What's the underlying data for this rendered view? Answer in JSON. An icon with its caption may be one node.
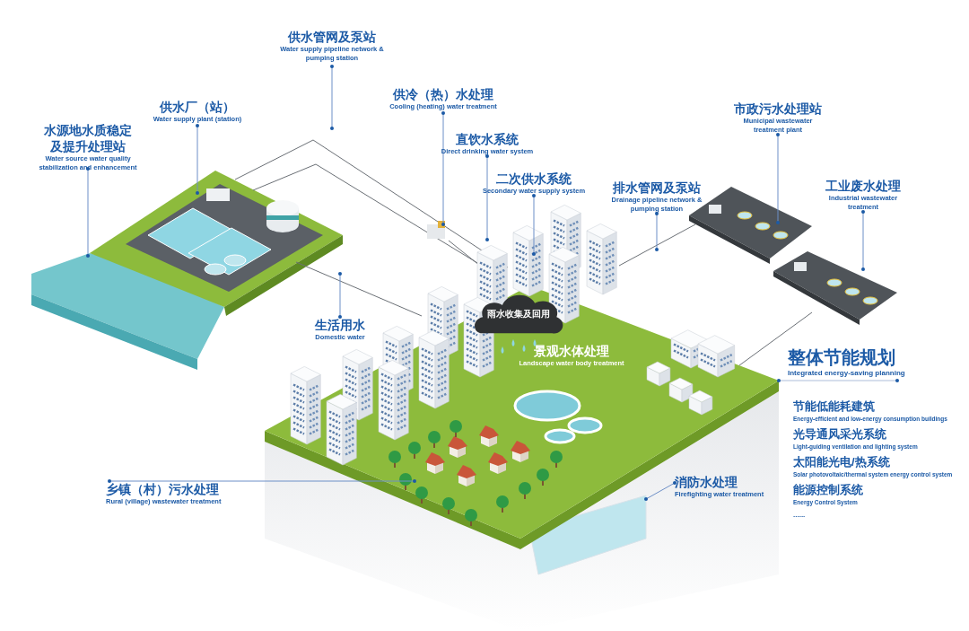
{
  "diagram": {
    "nodes": [
      {
        "text": [
          "供水管网及泵站",
          "Water supply pipeline network & pumping station"
        ]
      },
      {
        "text": [
          "供水厂（站）",
          "Water supply plant (station)"
        ]
      },
      {
        "text": [
          "水源地水质稳定及提升处理站",
          "Water source water quality stabilization and enhancement"
        ]
      },
      {
        "text": [
          "供冷（热）水处理",
          "Cooling (heating) water treatment"
        ]
      },
      {
        "text": [
          "直饮水系统",
          "Direct drinking water system"
        ]
      },
      {
        "text": [
          "二次供水系统",
          "Secondary water supply system"
        ]
      },
      {
        "text": [
          "市政污水处理站",
          "Municipal wastewater treatment plant"
        ]
      },
      {
        "text": [
          "排水管网及泵站",
          "Drainage pipeline network & pumping station"
        ]
      },
      {
        "text": [
          "工业废水处理",
          "Industrial wastewater treatment"
        ]
      },
      {
        "text": [
          "生活用水",
          "Domestic water"
        ]
      },
      {
        "text": [
          "雨水收集及回用"
        ]
      },
      {
        "text": [
          "景观水体处理",
          "Landscape water body treatment"
        ]
      },
      {
        "text": [
          "整体节能规划",
          "Integrated energy-saving planning"
        ]
      },
      {
        "text": [
          "乡镇（村）污水处理",
          "Rural (village) wastewater treatment"
        ]
      },
      {
        "text": [
          "消防水处理",
          "Firefighting water treatment"
        ]
      }
    ],
    "edges": [
      {
        "from": 0,
        "to": null,
        "arrow": "other"
      },
      {
        "from": 1,
        "to": null,
        "arrow": "other"
      },
      {
        "from": 2,
        "to": null,
        "arrow": "other"
      },
      {
        "from": 3,
        "to": null,
        "arrow": "other"
      },
      {
        "from": 4,
        "to": null,
        "arrow": "other"
      },
      {
        "from": 5,
        "to": null,
        "arrow": "other"
      },
      {
        "from": 6,
        "to": null,
        "arrow": "other"
      },
      {
        "from": 7,
        "to": null,
        "arrow": "other"
      },
      {
        "from": 8,
        "to": null,
        "arrow": "other"
      },
      {
        "from": 9,
        "to": null,
        "arrow": "other"
      },
      {
        "from": 12,
        "to": null,
        "arrow": "other",
        "color": "#c8d3e6"
      },
      {
        "from": 13,
        "to": null,
        "arrow": "other"
      },
      {
        "from": 14,
        "to": null,
        "arrow": "other"
      }
    ],
    "labels": [
      "节能低能耗建筑",
      "Energy-efficient and low-energy consumption buildings",
      "光导通风采光系统",
      "Light-guiding ventilation and lighting system",
      "太阳能光电/热系统",
      "Solar photovoltaic/thermal system energy control system",
      "能源控制系统",
      "Energy Control System",
      "......"
    ]
  }
}
